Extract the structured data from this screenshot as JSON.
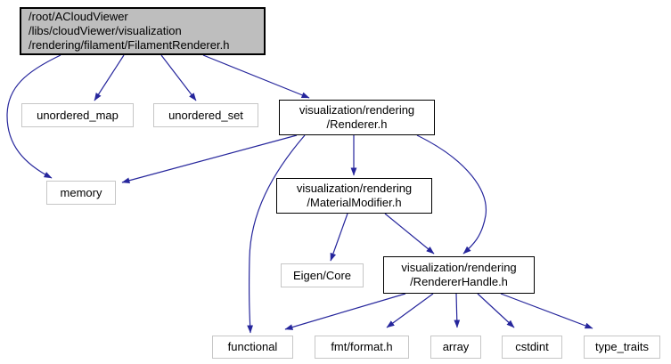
{
  "diagram": {
    "type": "include-dependency-graph",
    "colors": {
      "edge": "#26269c",
      "root_fill": "#bebebe",
      "internal_border": "#000000",
      "external_border": "#c6c6c6",
      "background": "#ffffff",
      "text": "#000000"
    },
    "nodes": {
      "root": {
        "lines": [
          "/root/ACloudViewer",
          "/libs/cloudViewer/visualization",
          "/rendering/filament/FilamentRenderer.h"
        ]
      },
      "unordered_map": {
        "label": "unordered_map"
      },
      "unordered_set": {
        "label": "unordered_set"
      },
      "renderer": {
        "lines": [
          "visualization/rendering",
          "/Renderer.h"
        ]
      },
      "memory": {
        "label": "memory"
      },
      "material_modifier": {
        "lines": [
          "visualization/rendering",
          "/MaterialModifier.h"
        ]
      },
      "eigen_core": {
        "label": "Eigen/Core"
      },
      "renderer_handle": {
        "lines": [
          "visualization/rendering",
          "/RendererHandle.h"
        ]
      },
      "functional": {
        "label": "functional"
      },
      "fmt_format": {
        "label": "fmt/format.h"
      },
      "array": {
        "label": "array"
      },
      "cstdint": {
        "label": "cstdint"
      },
      "type_traits": {
        "label": "type_traits"
      }
    },
    "edges": [
      {
        "from": "root",
        "to": "unordered_map"
      },
      {
        "from": "root",
        "to": "unordered_set"
      },
      {
        "from": "root",
        "to": "renderer"
      },
      {
        "from": "root",
        "to": "memory"
      },
      {
        "from": "renderer",
        "to": "memory"
      },
      {
        "from": "renderer",
        "to": "material_modifier"
      },
      {
        "from": "renderer",
        "to": "functional"
      },
      {
        "from": "renderer",
        "to": "renderer_handle"
      },
      {
        "from": "material_modifier",
        "to": "eigen_core"
      },
      {
        "from": "material_modifier",
        "to": "renderer_handle"
      },
      {
        "from": "renderer_handle",
        "to": "functional"
      },
      {
        "from": "renderer_handle",
        "to": "fmt_format"
      },
      {
        "from": "renderer_handle",
        "to": "array"
      },
      {
        "from": "renderer_handle",
        "to": "cstdint"
      },
      {
        "from": "renderer_handle",
        "to": "type_traits"
      }
    ]
  }
}
